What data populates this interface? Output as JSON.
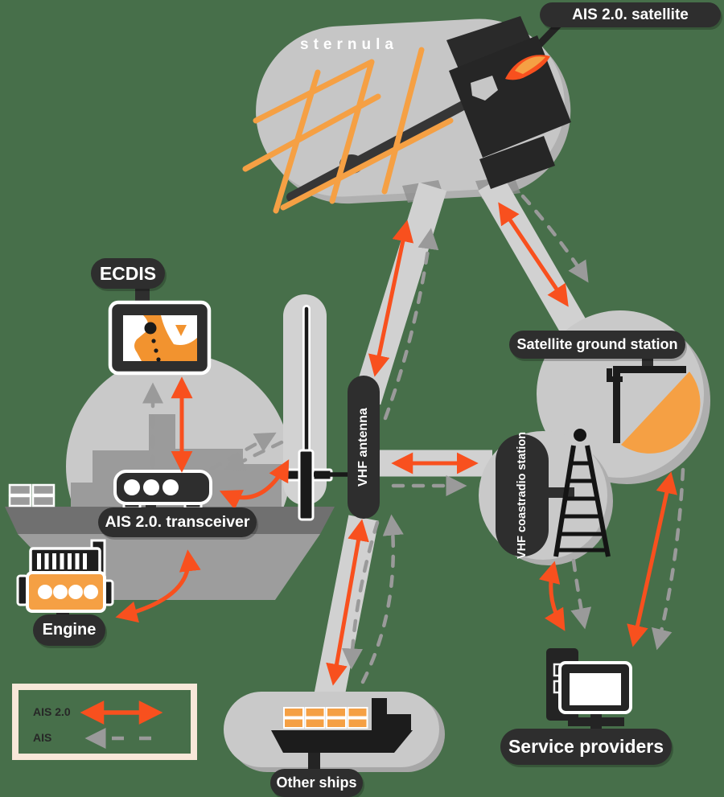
{
  "diagram": {
    "brand": "sternula",
    "labels": {
      "satellite": "AIS 2.0. satellite",
      "ecdis": "ECDIS",
      "transceiver": "AIS 2.0. transceiver",
      "engine": "Engine",
      "vhf_antenna": "VHF antenna",
      "ground_station": "Satellite ground station",
      "coast_station_line1": "VHF coast",
      "coast_station_line2": "radio station",
      "other_ships": "Other ships",
      "service_providers": "Service providers"
    },
    "legend": {
      "ais2": "AIS 2.0",
      "ais": "AIS"
    },
    "colors": {
      "background": "#476F4A",
      "ais2_arrow": "#F8501E",
      "ais_arrow": "#9A9A9A",
      "pill_dark": "#2E2E2E",
      "orange_fill": "#F5A044",
      "screen_orange": "#F2932F",
      "gray_fill": "#C9C9C9",
      "band_gray": "#D1D1D1",
      "legend_border": "#F8E8D9"
    }
  }
}
